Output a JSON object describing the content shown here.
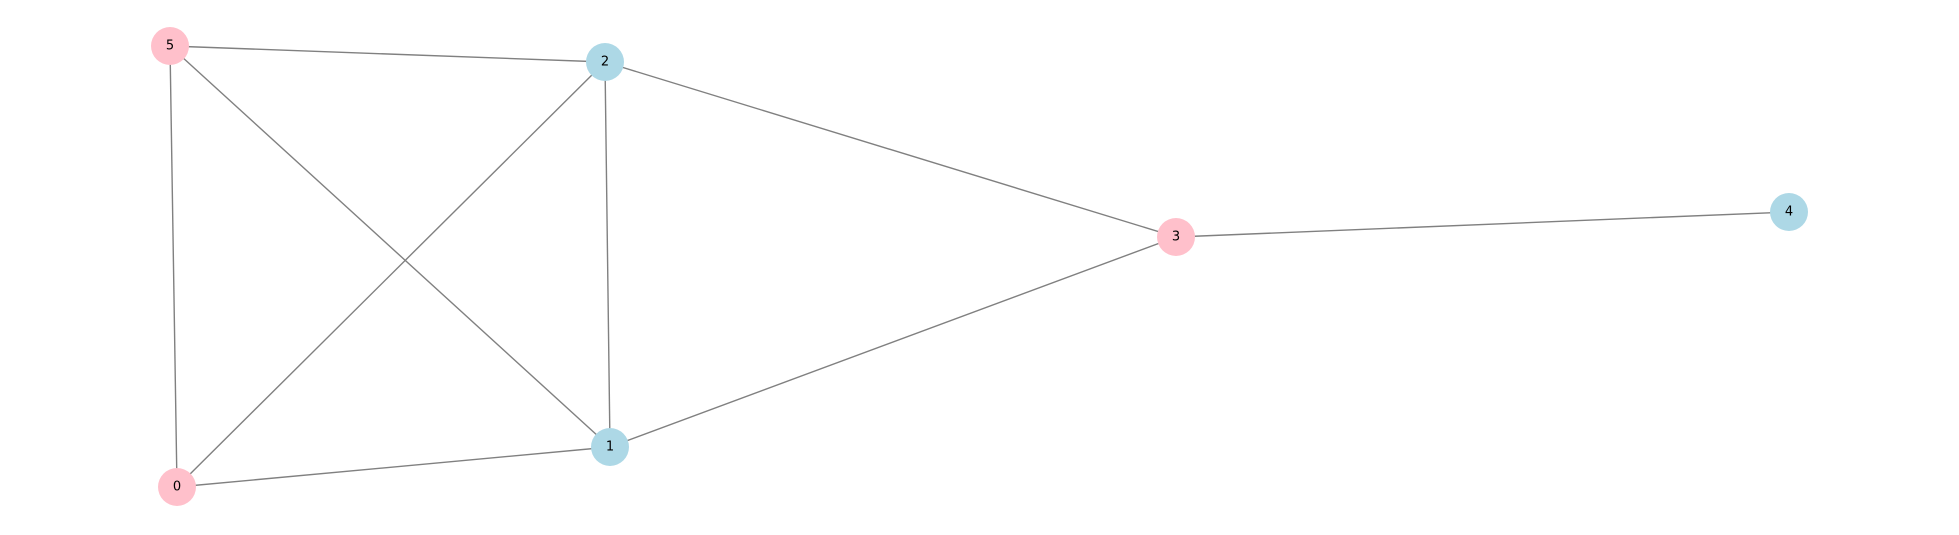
{
  "graph": {
    "colors": {
      "pink": "#ffc0cb",
      "light_blue": "#add8e6",
      "edge": "#808080"
    },
    "nodes": [
      {
        "id": "0",
        "label": "0",
        "color": "pink"
      },
      {
        "id": "1",
        "label": "1",
        "color": "light_blue"
      },
      {
        "id": "2",
        "label": "2",
        "color": "light_blue"
      },
      {
        "id": "3",
        "label": "3",
        "color": "pink"
      },
      {
        "id": "4",
        "label": "4",
        "color": "light_blue"
      },
      {
        "id": "5",
        "label": "5",
        "color": "pink"
      }
    ],
    "edges": [
      {
        "source": "5",
        "target": "2"
      },
      {
        "source": "5",
        "target": "1"
      },
      {
        "source": "5",
        "target": "0"
      },
      {
        "source": "2",
        "target": "0"
      },
      {
        "source": "2",
        "target": "1"
      },
      {
        "source": "2",
        "target": "3"
      },
      {
        "source": "3",
        "target": "4"
      },
      {
        "source": "3",
        "target": "1"
      },
      {
        "source": "0",
        "target": "1"
      }
    ]
  }
}
